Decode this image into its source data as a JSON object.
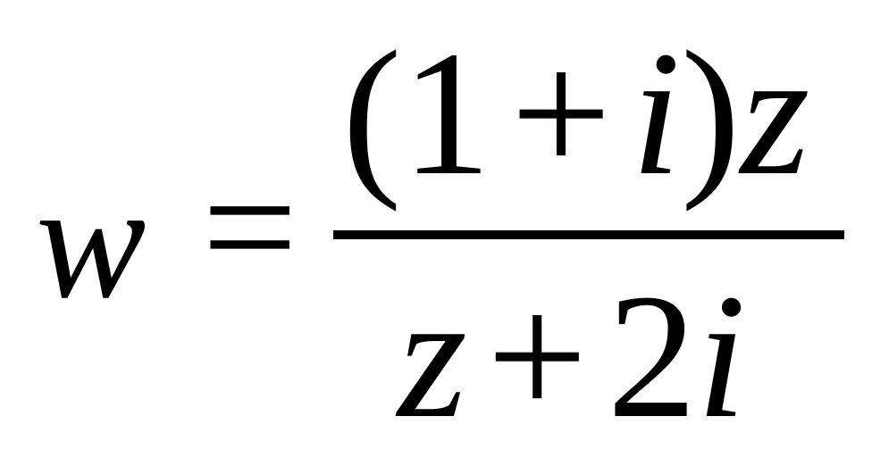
{
  "equation": {
    "lhs": "w",
    "equals": "=",
    "numerator": {
      "open_paren": "(",
      "one": "1",
      "plus": "+",
      "i": "i",
      "close_paren": ")",
      "z": "z"
    },
    "denominator": {
      "z": "z",
      "plus": "+",
      "two": "2",
      "i": "i"
    }
  }
}
